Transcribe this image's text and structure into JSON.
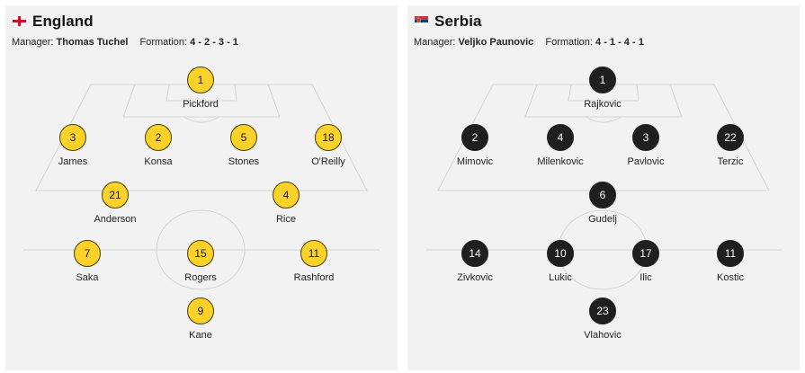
{
  "teams": [
    {
      "name": "England",
      "flag_icon": "england-flag-icon",
      "manager_label": "Manager:",
      "manager": "Thomas Tuchel",
      "formation_label": "Formation:",
      "formation": "4 - 2 - 3 - 1",
      "kit_color": "#fcd22a",
      "players": [
        {
          "number": "1",
          "name": "Pickford"
        },
        {
          "number": "3",
          "name": "James"
        },
        {
          "number": "2",
          "name": "Konsa"
        },
        {
          "number": "5",
          "name": "Stones"
        },
        {
          "number": "18",
          "name": "O'Reilly"
        },
        {
          "number": "21",
          "name": "Anderson"
        },
        {
          "number": "4",
          "name": "Rice"
        },
        {
          "number": "7",
          "name": "Saka"
        },
        {
          "number": "15",
          "name": "Rogers"
        },
        {
          "number": "11",
          "name": "Rashford"
        },
        {
          "number": "9",
          "name": "Kane"
        }
      ]
    },
    {
      "name": "Serbia",
      "flag_icon": "serbia-flag-icon",
      "manager_label": "Manager:",
      "manager": "Veljko Paunovic",
      "formation_label": "Formation:",
      "formation": "4 - 1 - 4 - 1",
      "kit_color": "#1f1f1f",
      "players": [
        {
          "number": "1",
          "name": "Rajkovic"
        },
        {
          "number": "2",
          "name": "Mimovic"
        },
        {
          "number": "4",
          "name": "Milenkovic"
        },
        {
          "number": "3",
          "name": "Pavlovic"
        },
        {
          "number": "22",
          "name": "Terzic"
        },
        {
          "number": "6",
          "name": "Gudelj"
        },
        {
          "number": "14",
          "name": "Zivkovic"
        },
        {
          "number": "10",
          "name": "Lukic"
        },
        {
          "number": "17",
          "name": "Ilic"
        },
        {
          "number": "11",
          "name": "Kostic"
        },
        {
          "number": "23",
          "name": "Vlahovic"
        }
      ]
    }
  ]
}
